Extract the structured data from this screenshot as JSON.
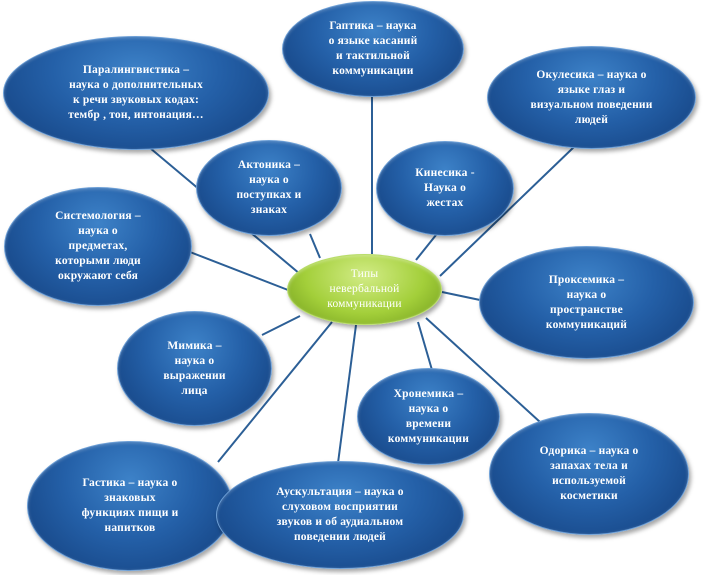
{
  "center": {
    "text": "Типы\nневербальной\nкоммуникации"
  },
  "nodes": [
    {
      "id": "gaptika",
      "text": "Гаптика – наука\nо языке  касаний\nи тактильной\nкоммуникации"
    },
    {
      "id": "paralingvistika",
      "text": "Паралингвистика –\nнаука о дополнительных\nк речи звуковых кодах:\nтембр , тон, интонация…"
    },
    {
      "id": "okulesika",
      "text": "Окулесика – наука о\nязыке глаз и\nвизуальном поведении\nлюдей"
    },
    {
      "id": "aktonika",
      "text": "Актоника –\nнаука о\nпоступках и\nзнаках"
    },
    {
      "id": "kinesika",
      "text": "Кинесика -\nНаука о\nжестах"
    },
    {
      "id": "sistemologiya",
      "text": "Системология –\nнаука о\nпредметах,\nкоторыми люди\nокружают себя"
    },
    {
      "id": "proksemika",
      "text": "Проксемика –\nнаука о\nпространстве\nкоммуникаций"
    },
    {
      "id": "mimika",
      "text": "Мимика –\nнаука о\nвыражении\nлица"
    },
    {
      "id": "khronemika",
      "text": "Хронемика –\nнаука о\nвремени\nкоммуникации"
    },
    {
      "id": "odorika",
      "text": "Одорика – наука о\nзапахах тела и\nиспользуемой\nкосметики"
    },
    {
      "id": "gastika",
      "text": "Гастика – наука о\nзнаковых\nфункциях пищи и\nнапитков"
    },
    {
      "id": "auskultatsiya",
      "text": "Аускультация – наука о\nслуховом восприятии\nзвуков и об аудиальном\nповедении людей"
    }
  ],
  "colors": {
    "node_fill": "#2460a8",
    "center_fill": "#a3cf3a",
    "connector": "#2c5f96"
  }
}
